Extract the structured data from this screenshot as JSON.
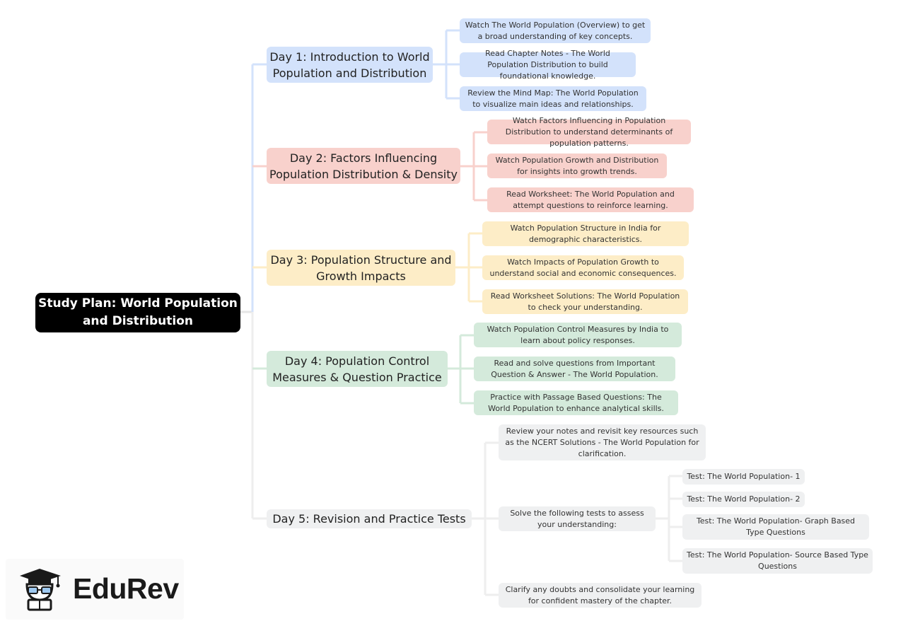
{
  "root": {
    "title": "Study Plan: World Population and Distribution"
  },
  "days": [
    {
      "label": "Day 1: Introduction to World Population and Distribution",
      "color": "#d3e2fb",
      "tasks": [
        "Watch The World Population (Overview) to get a broad understanding of key concepts.",
        "Read Chapter Notes - The World Population Distribution to build foundational knowledge.",
        "Review the Mind Map: The World Population to visualize main ideas and relationships."
      ]
    },
    {
      "label": "Day 2: Factors Influencing Population Distribution & Density",
      "color": "#f8d1cc",
      "tasks": [
        "Watch Factors Influencing in Population Distribution to understand determinants of population patterns.",
        "Watch Population Growth and Distribution for insights into growth trends.",
        "Read Worksheet: The World Population and attempt questions to reinforce learning."
      ]
    },
    {
      "label": "Day 3: Population Structure and Growth Impacts",
      "color": "#fdedc7",
      "tasks": [
        "Watch Population Structure in India for demographic characteristics.",
        "Watch Impacts of Population Growth to understand social and economic consequences.",
        "Read Worksheet Solutions: The World Population to check your understanding."
      ]
    },
    {
      "label": "Day 4: Population Control Measures & Question Practice",
      "color": "#d4eadb",
      "tasks": [
        "Watch Population Control Measures by India to learn about policy responses.",
        "Read and solve questions from Important Question & Answer - The World Population.",
        "Practice with Passage Based Questions: The World Population to enhance analytical skills."
      ]
    },
    {
      "label": "Day 5: Revision and Practice Tests",
      "color": "#eff0f1",
      "tasks": [
        "Review your notes and revisit key resources such as the NCERT Solutions - The World Population for clarification.",
        "Solve the following tests to assess your understanding:",
        "Clarify any doubts and consolidate your learning for confident mastery of the chapter."
      ],
      "tests": [
        "Test: The World Population- 1",
        "Test: The World Population- 2",
        "Test: The World Population- Graph Based Type Questions",
        "Test: The World Population- Source Based Type Questions"
      ]
    }
  ],
  "logo": {
    "text": "EduRev",
    "icon": "graduation-cap-student-icon"
  }
}
